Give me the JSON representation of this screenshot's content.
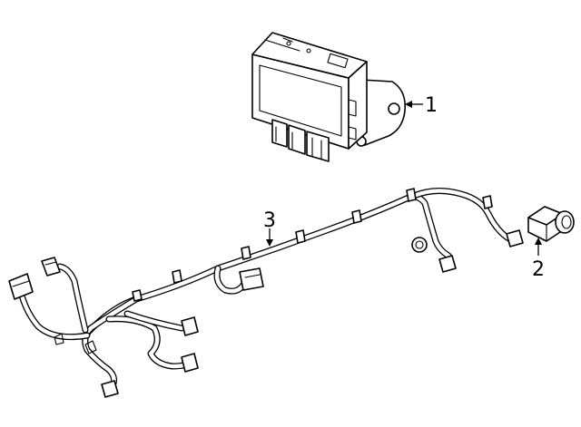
{
  "diagram": {
    "callouts": [
      {
        "id": "1",
        "label": "1",
        "part": "control-module"
      },
      {
        "id": "2",
        "label": "2",
        "part": "parking-sensor"
      },
      {
        "id": "3",
        "label": "3",
        "part": "wiring-harness"
      }
    ]
  }
}
